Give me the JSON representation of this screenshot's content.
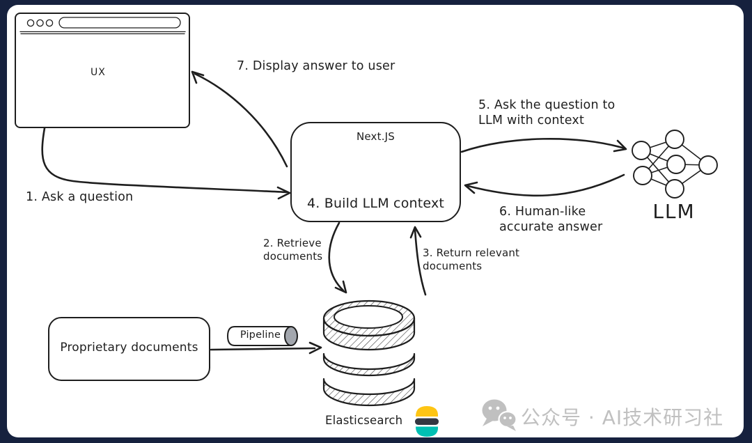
{
  "theme": {
    "background": "#16213E",
    "paper": "#FFFFFF",
    "ink": "#1E1E1E",
    "watermark_gray": "#C0C0C0",
    "pipeline_cap_gray": "#A3A7AE",
    "elastic_yellow": "#FEC514",
    "elastic_dark": "#343741",
    "elastic_teal": "#00BFB3"
  },
  "browser": {
    "label": "UX"
  },
  "app": {
    "title": "Next.JS",
    "action": "4. Build LLM context"
  },
  "llm": {
    "label": "LLM"
  },
  "datastore": {
    "label": "Elasticsearch"
  },
  "documents": {
    "label": "Proprietary documents"
  },
  "pipeline": {
    "label": "Pipeline"
  },
  "flows": {
    "ask_question": "1. Ask a question",
    "retrieve_documents": "2. Retrieve\ndocuments",
    "return_documents": "3. Return relevant\ndocuments",
    "ask_llm": "5. Ask the question to\nLLM with context",
    "llm_answer": "6. Human-like\naccurate answer",
    "display_answer": "7. Display answer to user"
  },
  "watermark": {
    "text": "公众号 · AI技术研习社"
  }
}
